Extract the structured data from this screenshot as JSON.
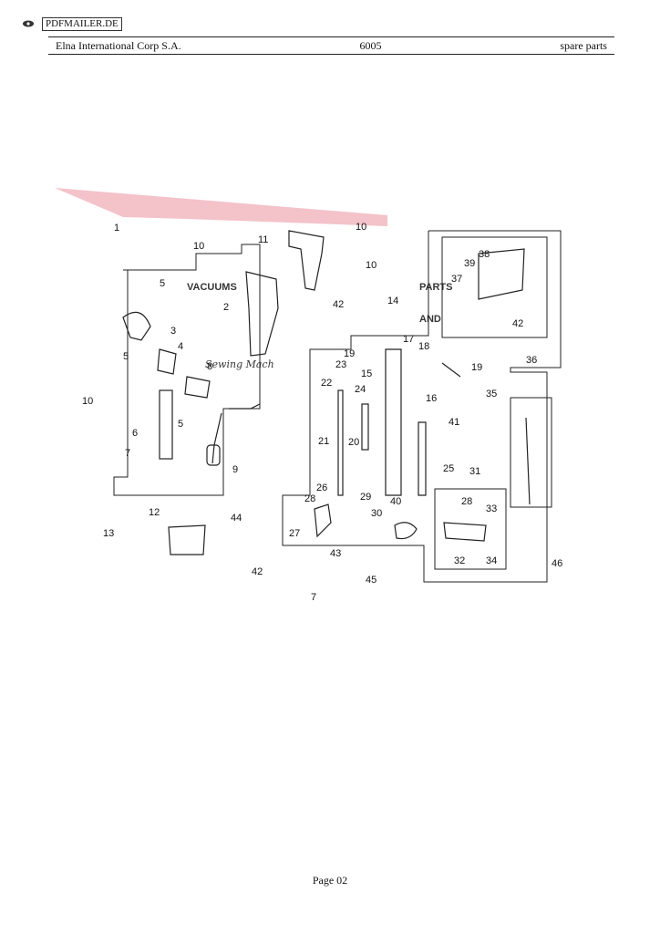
{
  "site_badge": "PDFMAILER.DE",
  "header": {
    "company": "Elna International Corp S.A.",
    "model": "6005",
    "section": "spare parts"
  },
  "watermark": {
    "text": "VACUUMS",
    "side_text": "PARTS",
    "and_text": "AND",
    "script_text": "Sewing Mach"
  },
  "part_numbers": [
    "1",
    "2",
    "3",
    "4",
    "5",
    "5",
    "5",
    "6",
    "7",
    "7",
    "8",
    "9",
    "10",
    "10",
    "10",
    "10",
    "11",
    "12",
    "13",
    "14",
    "15",
    "16",
    "17",
    "18",
    "19",
    "19",
    "20",
    "21",
    "22",
    "23",
    "24",
    "25",
    "26",
    "27",
    "28",
    "28",
    "29",
    "30",
    "31",
    "32",
    "33",
    "34",
    "35",
    "36",
    "37",
    "38",
    "39",
    "40",
    "41",
    "42",
    "42",
    "42",
    "43",
    "44",
    "45",
    "46"
  ],
  "footer": {
    "page": "Page 02"
  },
  "colors": {
    "watermark_red": "#f2b7bf",
    "watermark_blue": "#c6cde6",
    "line": "#222222"
  }
}
